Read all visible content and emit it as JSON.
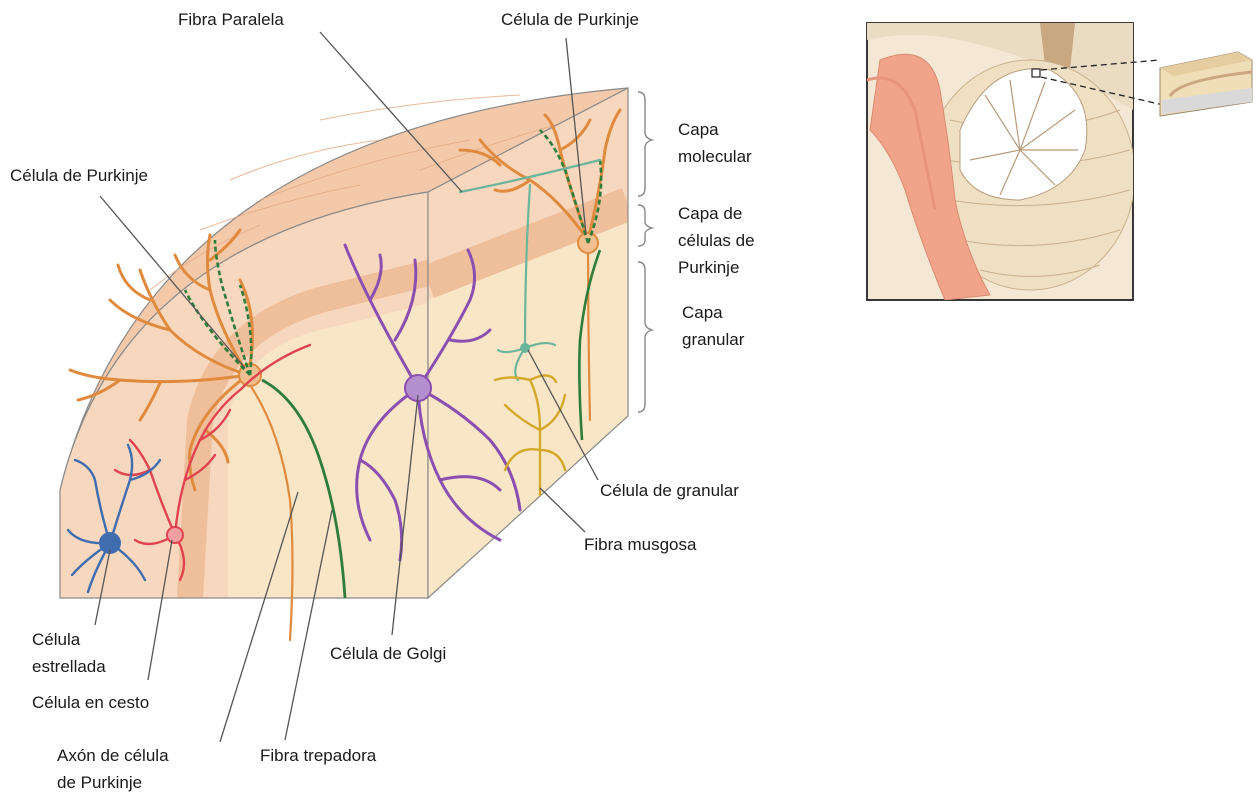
{
  "labels": {
    "fibra_paralela": "Fibra Paralela",
    "celula_purkinje_top": "Célula de Purkinje",
    "celula_purkinje_left": "Célula de Purkinje",
    "capa_molecular": [
      "Capa",
      "molecular"
    ],
    "capa_purkinje": [
      "Capa de",
      "células de",
      "Purkinje"
    ],
    "capa_granular": [
      "Capa",
      "granular"
    ],
    "celula_granular": "Célula de granular",
    "fibra_musgosa": "Fibra musgosa",
    "celula_golgi": "Célula de Golgi",
    "celula_estrellada": [
      "Célula",
      "estrellada"
    ],
    "celula_cesto": "Célula en cesto",
    "axon_purkinje": [
      "Axón de célula",
      "de Purkinje"
    ],
    "fibra_trepadora": "Fibra trepadora"
  },
  "colors": {
    "tissue_molecular": "#f7d7bd",
    "tissue_purkinje_band": "#efbe9b",
    "tissue_granular": "#f8e6c6",
    "purkinje_cell": "#e08a3e",
    "climbing_fiber": "#2e7d3a",
    "golgi_cell": "#8a4fb0",
    "stellate_cell": "#3f6db0",
    "basket_cell": "#e0434f",
    "granule_cell": "#6bb59b",
    "mossy_fiber": "#d4a829",
    "leader_line": "#555555",
    "brainstem": "#f2a48a"
  }
}
